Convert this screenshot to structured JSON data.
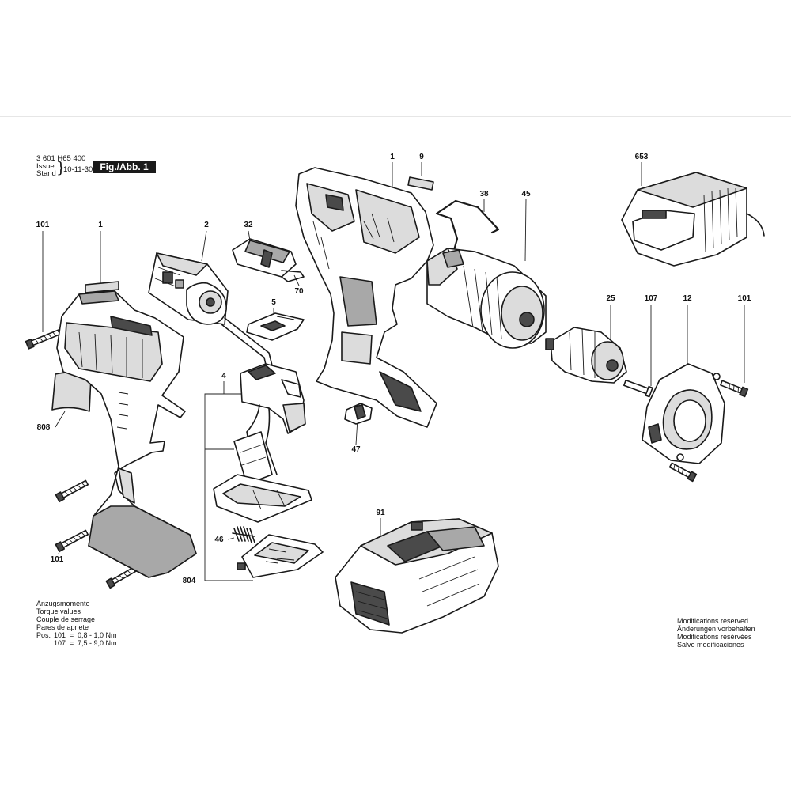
{
  "header": {
    "doc_number": "3 601 H65 400",
    "issue_label": "Issue",
    "stand_label": "Stand",
    "brace": "}",
    "date": "10-11-30",
    "figure": "Fig./Abb. 1"
  },
  "callouts": [
    {
      "id": "c-101-a",
      "text": "101"
    },
    {
      "id": "c-1-a",
      "text": "1"
    },
    {
      "id": "c-2",
      "text": "2"
    },
    {
      "id": "c-32",
      "text": "32"
    },
    {
      "id": "c-70",
      "text": "70"
    },
    {
      "id": "c-5",
      "text": "5"
    },
    {
      "id": "c-1-b",
      "text": "1"
    },
    {
      "id": "c-9",
      "text": "9"
    },
    {
      "id": "c-38",
      "text": "38"
    },
    {
      "id": "c-45",
      "text": "45"
    },
    {
      "id": "c-653",
      "text": "653"
    },
    {
      "id": "c-25",
      "text": "25"
    },
    {
      "id": "c-107",
      "text": "107"
    },
    {
      "id": "c-12",
      "text": "12"
    },
    {
      "id": "c-101-b",
      "text": "101"
    },
    {
      "id": "c-4",
      "text": "4"
    },
    {
      "id": "c-47",
      "text": "47"
    },
    {
      "id": "c-808",
      "text": "808"
    },
    {
      "id": "c-91",
      "text": "91"
    },
    {
      "id": "c-46",
      "text": "46"
    },
    {
      "id": "c-101-c",
      "text": "101"
    },
    {
      "id": "c-804",
      "text": "804"
    }
  ],
  "torque_notes": {
    "lines": [
      "Anzugsmomente",
      "Torque values",
      "Couple de serrage",
      "Pares de apriete"
    ],
    "rows": [
      {
        "prefix": "Pos.",
        "pos": "101",
        "eq": "=",
        "value": "0,8 - 1,0 Nm"
      },
      {
        "prefix": "",
        "pos": "107",
        "eq": "=",
        "value": "7,5 - 9,0 Nm"
      }
    ]
  },
  "modifications": {
    "lines": [
      "Modifications reserved",
      "Änderungen vorbehalten",
      "Modifications resérvées",
      "Salvo modificaciones"
    ]
  }
}
